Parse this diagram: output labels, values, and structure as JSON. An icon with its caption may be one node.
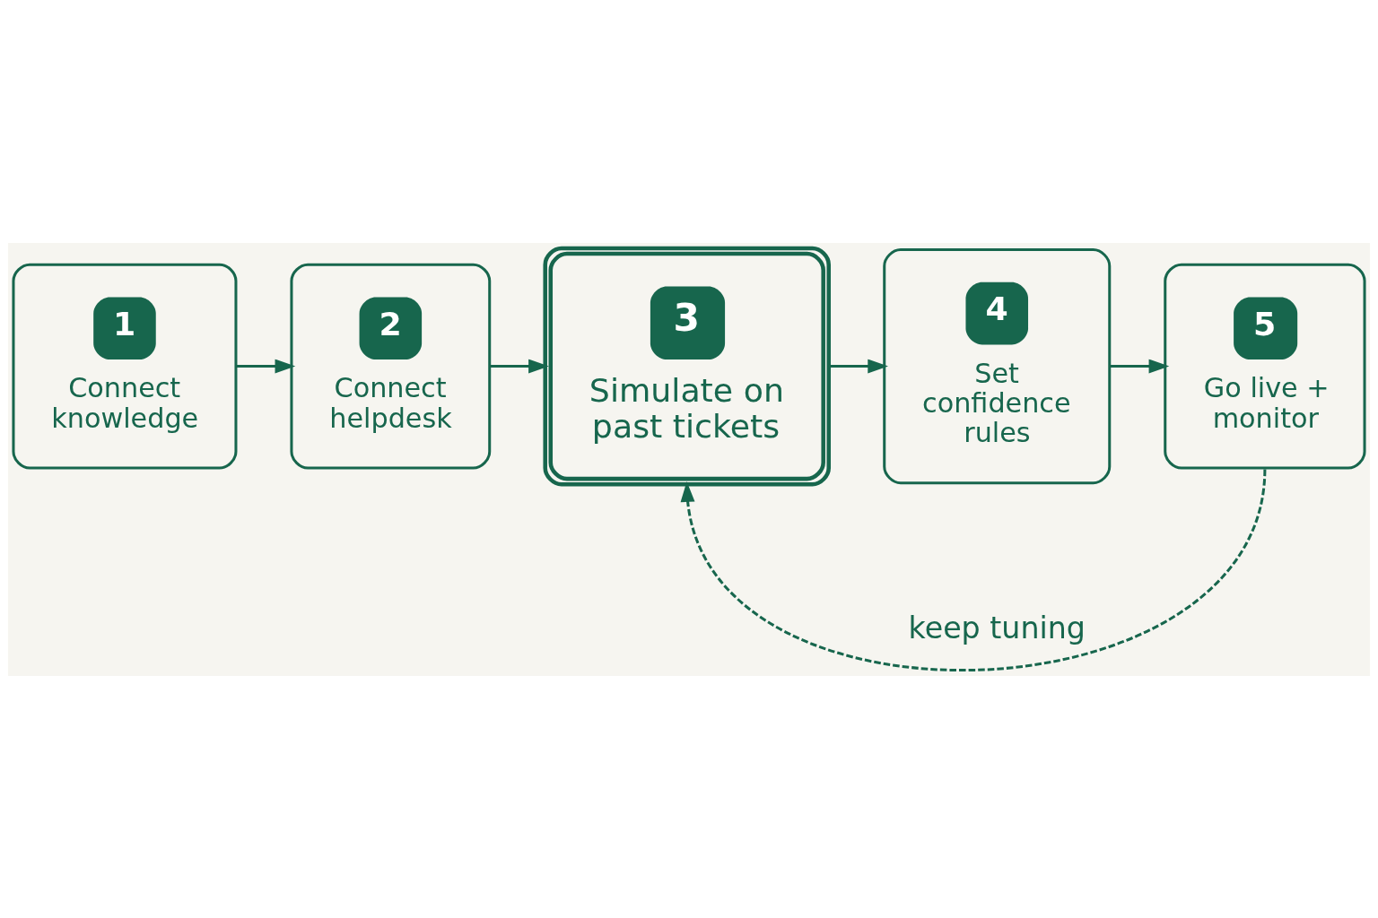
{
  "diagram": {
    "nodes": [
      {
        "text": [
          "1",
          "Connect knowledge"
        ]
      },
      {
        "text": [
          "2",
          "Connect helpdesk"
        ]
      },
      {
        "text": [
          "3",
          "Simulate on past tickets"
        ]
      },
      {
        "text": [
          "4",
          "Set confidence rules"
        ]
      },
      {
        "text": [
          "5",
          "Go live + monitor"
        ]
      }
    ],
    "edges": [
      {
        "from": 0,
        "to": 1,
        "arrow": "to"
      },
      {
        "from": 1,
        "to": 2,
        "arrow": "to"
      },
      {
        "from": 2,
        "to": 3,
        "arrow": "to"
      },
      {
        "from": 3,
        "to": 4,
        "arrow": "to"
      },
      {
        "from": 4,
        "to": 2,
        "arrow": "to",
        "style": "dashed",
        "label": "keep tuning"
      }
    ]
  }
}
